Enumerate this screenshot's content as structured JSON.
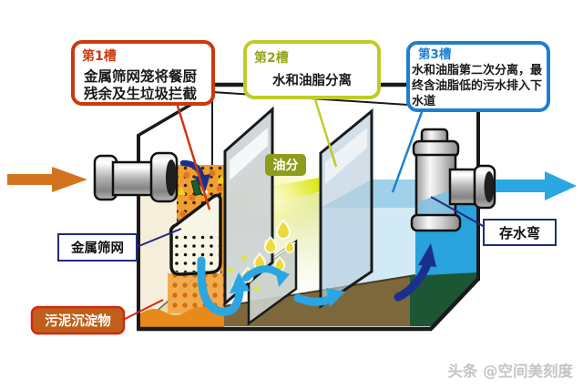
{
  "callouts": {
    "box1": {
      "title": "第1槽",
      "line1": "金属筛网笼将餐厨",
      "line2": "残余及生垃圾拦截",
      "border_color": "#c93a10"
    },
    "box2": {
      "title": "第2槽",
      "line1": "水和油脂分离",
      "border_color": "#bfcc26",
      "title_color": "#96a41c"
    },
    "box3": {
      "title": "第3槽",
      "line1": "水和油脂第二次分离，最",
      "line2": "终含油脂低的污水排入下",
      "line3": "水道",
      "border_color": "#1e7fd2"
    }
  },
  "tags": {
    "oil_layer": "油分",
    "oil_tag_bg": "#8e9c1e"
  },
  "labels": {
    "metal_mesh": "金属筛网",
    "sludge": "污泥沉淀物",
    "water_trap": "存水弯"
  },
  "watermark": "头条 @空间美刻度",
  "flow": {
    "inlet_arrow_color": "#d4731e",
    "outlet_arrow_color": "#2aa7e2",
    "circulation_arrow_color": "#2aa7e2",
    "plunge_arrow_color": "#1b2f8e"
  }
}
